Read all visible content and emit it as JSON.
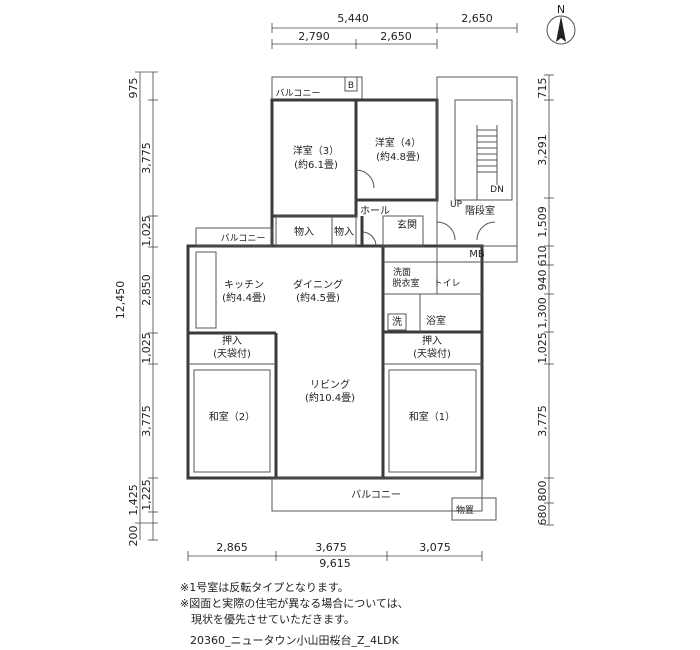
{
  "compass": {
    "label": "N"
  },
  "rooms": {
    "western3": {
      "name": "洋室（3）",
      "size": "(約6.1畳)"
    },
    "western4": {
      "name": "洋室（4）",
      "size": "(約4.8畳)"
    },
    "kitchen": {
      "name": "キッチン",
      "size": "(約4.4畳)"
    },
    "dining": {
      "name": "ダイニング",
      "size": "(約4.5畳)"
    },
    "living": {
      "name": "リビング",
      "size": "(約10.4畳)"
    },
    "washitsu2": {
      "name": "和室（2）"
    },
    "washitsu1": {
      "name": "和室（1）"
    },
    "oshiire_left": {
      "name": "押入",
      "sub": "(天袋付)"
    },
    "oshiire_right": {
      "name": "押入",
      "sub": "(天袋付)"
    },
    "closet1": "物入",
    "closet2": "物入",
    "hall": "ホール",
    "genkan": "玄関",
    "mb": "MB",
    "washroom": {
      "line1": "洗面",
      "line2": "脱衣室"
    },
    "toilet": "トイレ",
    "washer": "洗",
    "bath": "浴室",
    "stairwell": "階段室",
    "up": "UP",
    "dn": "DN",
    "balcony_top": "バルコニー",
    "balcony_mid": "バルコニー",
    "balcony_bottom": "バルコニー",
    "b_box": "B",
    "storage": "物置"
  },
  "dimensions": {
    "top_outer": [
      "5,440",
      "2,650"
    ],
    "top_inner": [
      "2,790",
      "2,650"
    ],
    "bottom_inner": [
      "2,865",
      "3,675",
      "3,075"
    ],
    "bottom_total": "9,615",
    "left_total": "12,450",
    "left_segments": [
      "975",
      "3,775",
      "1,025",
      "2,850",
      "1,025",
      "3,775",
      "1,225",
      "1,425",
      "200"
    ],
    "right_segments": [
      "715",
      "3,291",
      "1,509",
      "610",
      "940",
      "1,300",
      "1,025",
      "3,775",
      "800",
      "680"
    ]
  },
  "notes": [
    "※1号室は反転タイプとなります。",
    "※図面と実際の住宅が異なる場合については、",
    "　現状を優先させていただきます。"
  ],
  "code": "20360_ニュータウン小山田桜台_Z_4LDK"
}
